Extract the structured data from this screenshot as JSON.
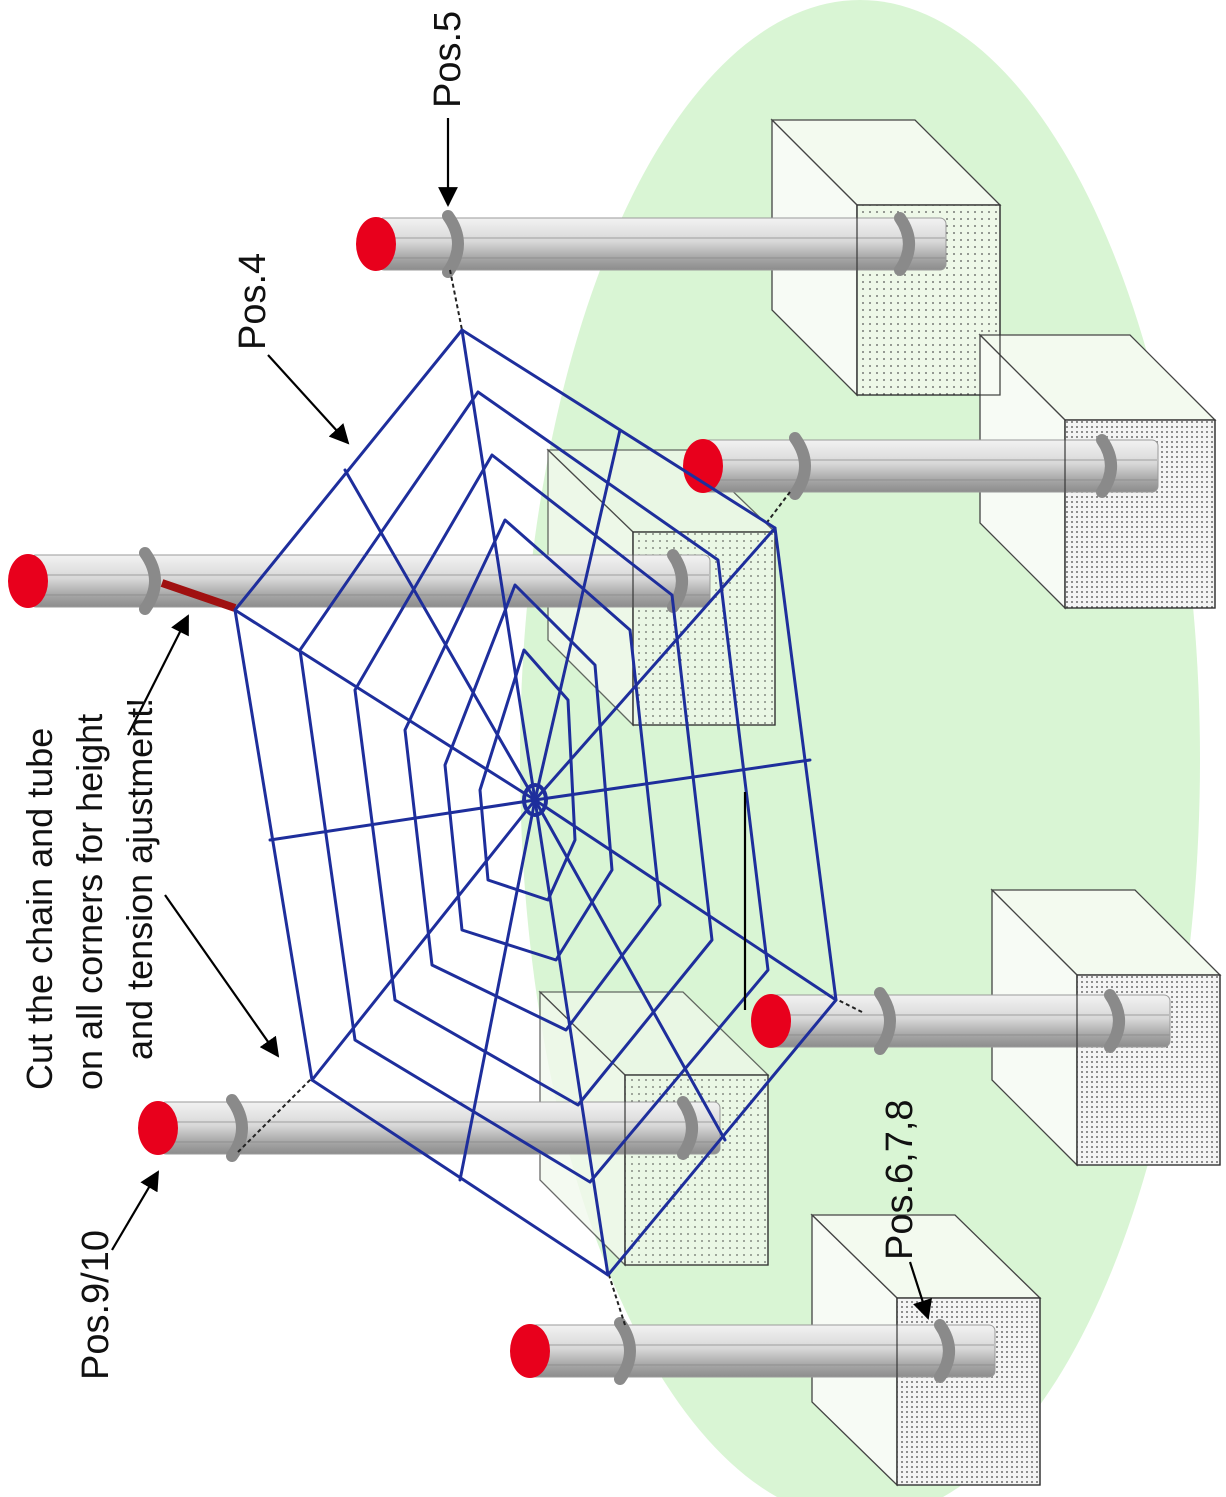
{
  "labels": {
    "pos4": "Pos.4",
    "pos5": "Pos.5",
    "pos678": "Pos.6,7,8",
    "pos910": "Pos.9/10",
    "note_line1": "Cut the chain and tube",
    "note_line2": "on all corners for height",
    "note_line3": "and tension ajustment!"
  },
  "colors": {
    "ground": "#d9f5d4",
    "net": "#1e2e9c",
    "cap": "#e8001c",
    "tube": "#c8c8c8",
    "clamp": "#8a8a8a",
    "cut_chain": "#a01010",
    "box_fill": "#ecf7e6"
  },
  "icons": {
    "pole": "pole-with-red-cap",
    "ground_box": "dotted-concrete-foundation",
    "net": "spider-web-net"
  }
}
